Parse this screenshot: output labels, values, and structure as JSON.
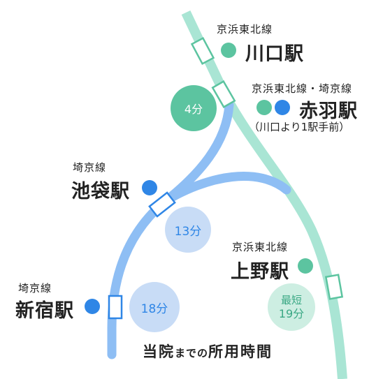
{
  "colors": {
    "keihin_tohoku": "#5cc4a0",
    "keihin_tohoku_light": "#a9e5d4",
    "saikyo": "#2f86e6",
    "saikyo_light": "#8ebef4",
    "bubble_4": "#5cc4a0",
    "bubble_13": "#c8dcf6",
    "bubble_18": "#c8dcf6",
    "bubble_19": "#cdeee2",
    "text": "#222222"
  },
  "stations": {
    "kawaguchi": {
      "line": "京浜東北線",
      "name": "川口駅"
    },
    "akabane": {
      "line": "京浜東北線・埼京線",
      "name": "赤羽駅",
      "note": "（川口より1駅手前）"
    },
    "ikebukuro": {
      "line": "埼京線",
      "name": "池袋駅"
    },
    "ueno": {
      "line": "京浜東北線",
      "name": "上野駅"
    },
    "shinjuku": {
      "line": "埼京線",
      "name": "新宿駅"
    }
  },
  "times": {
    "akabane": "4分",
    "ikebukuro": "13分",
    "shinjuku": "18分",
    "ueno_prefix": "最短",
    "ueno": "19分"
  },
  "title": {
    "part1": "当院",
    "part2": "までの",
    "part3": "所用時間"
  }
}
